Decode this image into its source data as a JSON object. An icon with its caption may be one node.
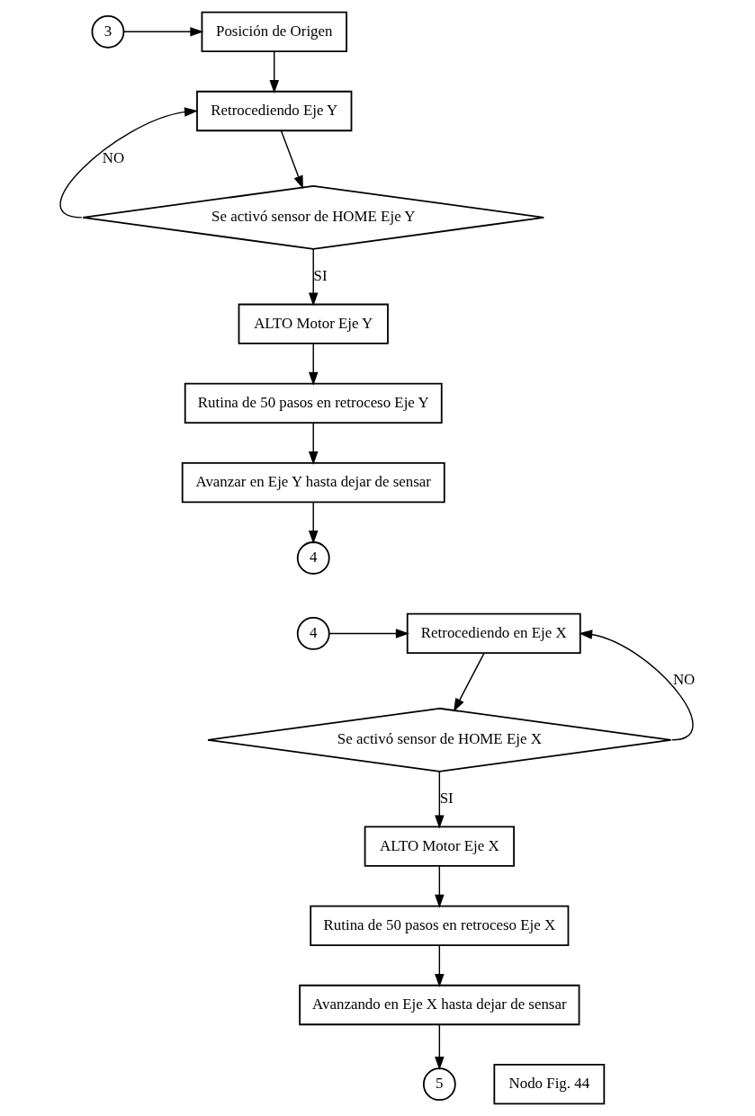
{
  "diagram": {
    "nodes": [
      {
        "text": [
          "3"
        ]
      },
      {
        "text": [
          "Posición de Origen"
        ]
      },
      {
        "text": [
          "Retrocediendo Eje Y"
        ]
      },
      {
        "text": [
          "Se activó sensor de HOME Eje Y"
        ]
      },
      {
        "text": [
          "ALTO Motor Eje Y"
        ]
      },
      {
        "text": [
          "Rutina de 50 pasos en retroceso Eje Y"
        ]
      },
      {
        "text": [
          "Avanzar en Eje Y hasta dejar de sensar"
        ]
      },
      {
        "text": [
          "4"
        ]
      },
      {
        "text": [
          "4"
        ]
      },
      {
        "text": [
          "Retrocediendo en Eje X"
        ]
      },
      {
        "text": [
          "Se activó sensor de HOME Eje X"
        ]
      },
      {
        "text": [
          "ALTO Motor Eje X"
        ]
      },
      {
        "text": [
          "Rutina de 50 pasos en retroceso Eje X"
        ]
      },
      {
        "text": [
          "Avanzando en Eje X hasta dejar de sensar"
        ]
      },
      {
        "text": [
          "5"
        ]
      },
      {
        "text": [
          "Nodo Fig. 44"
        ]
      }
    ],
    "edges": [
      {
        "from": 0,
        "to": 1,
        "arrow": "to"
      },
      {
        "from": 1,
        "to": 2,
        "arrow": "to"
      },
      {
        "from": 2,
        "to": 3,
        "arrow": "to"
      },
      {
        "from": 3,
        "to": 2,
        "arrow": "to",
        "label": "NO"
      },
      {
        "from": 3,
        "to": 4,
        "arrow": "to",
        "label": "SI"
      },
      {
        "from": 4,
        "to": 5,
        "arrow": "to"
      },
      {
        "from": 5,
        "to": 6,
        "arrow": "to"
      },
      {
        "from": 6,
        "to": 7,
        "arrow": "to"
      },
      {
        "from": 8,
        "to": 9,
        "arrow": "to"
      },
      {
        "from": 9,
        "to": 10,
        "arrow": "to"
      },
      {
        "from": 10,
        "to": 9,
        "arrow": "to",
        "label": "NO"
      },
      {
        "from": 10,
        "to": 11,
        "arrow": "to",
        "label": "SI"
      },
      {
        "from": 11,
        "to": 12,
        "arrow": "to"
      },
      {
        "from": 12,
        "to": 13,
        "arrow": "to"
      },
      {
        "from": 13,
        "to": 14,
        "arrow": "to"
      }
    ]
  }
}
